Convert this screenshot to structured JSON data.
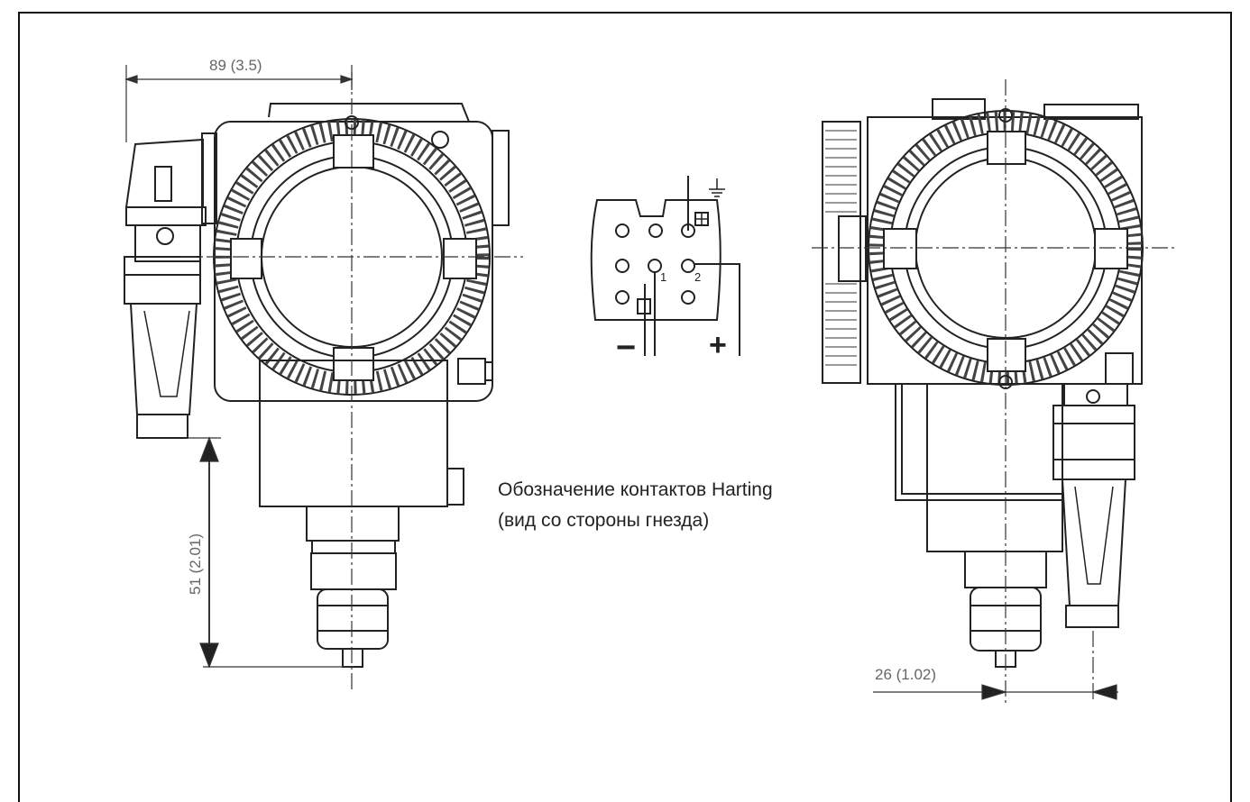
{
  "dimensions": {
    "top_width": "89 (3.5)",
    "left_height": "51 (2.01)",
    "right_offset": "26 (1.02)"
  },
  "connector": {
    "pin_1": "1",
    "pin_2": "2",
    "minus": "−",
    "plus": "+"
  },
  "caption": {
    "line1": "Обозначение контактов Harting",
    "line2": "(вид со стороны гнезда)"
  }
}
